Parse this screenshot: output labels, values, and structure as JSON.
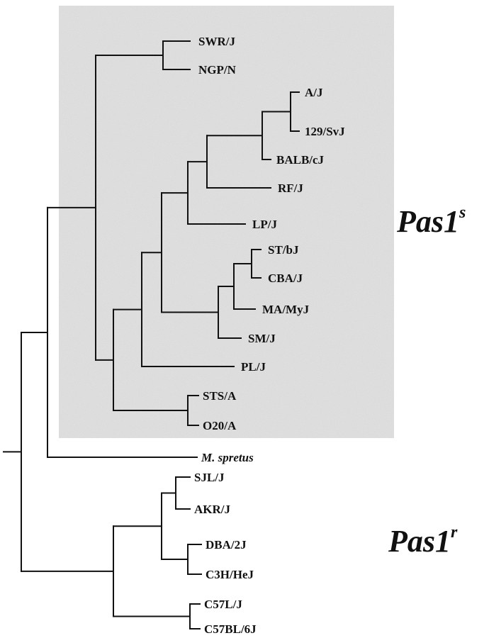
{
  "tree": {
    "leaves": [
      {
        "id": "swr",
        "label": "SWR/J",
        "italic": false
      },
      {
        "id": "ngp",
        "label": "NGP/N",
        "italic": false
      },
      {
        "id": "a",
        "label": "A/J",
        "italic": false
      },
      {
        "id": "129",
        "label": "129/SvJ",
        "italic": false
      },
      {
        "id": "balb",
        "label": "BALB/cJ",
        "italic": false
      },
      {
        "id": "rf",
        "label": "RF/J",
        "italic": false
      },
      {
        "id": "lp",
        "label": "LP/J",
        "italic": false
      },
      {
        "id": "st",
        "label": "ST/bJ",
        "italic": false
      },
      {
        "id": "cba",
        "label": "CBA/J",
        "italic": false
      },
      {
        "id": "ma",
        "label": "MA/MyJ",
        "italic": false
      },
      {
        "id": "sm",
        "label": "SM/J",
        "italic": false
      },
      {
        "id": "pl",
        "label": "PL/J",
        "italic": false
      },
      {
        "id": "sts",
        "label": "STS/A",
        "italic": false
      },
      {
        "id": "o20",
        "label": "O20/A",
        "italic": false
      },
      {
        "id": "spretus",
        "label": "M. spretus",
        "italic": true
      },
      {
        "id": "sjl",
        "label": "SJL/J",
        "italic": false
      },
      {
        "id": "akr",
        "label": "AKR/J",
        "italic": false
      },
      {
        "id": "dba",
        "label": "DBA/2J",
        "italic": false
      },
      {
        "id": "c3h",
        "label": "C3H/HeJ",
        "italic": false
      },
      {
        "id": "c57l",
        "label": "C57L/J",
        "italic": false
      },
      {
        "id": "c57bl",
        "label": "C57BL/6J",
        "italic": false
      }
    ],
    "groups": [
      {
        "id": "pas1s",
        "base": "Pas1",
        "sup": "s"
      },
      {
        "id": "pas1r",
        "base": "Pas1",
        "sup": "r"
      }
    ]
  }
}
